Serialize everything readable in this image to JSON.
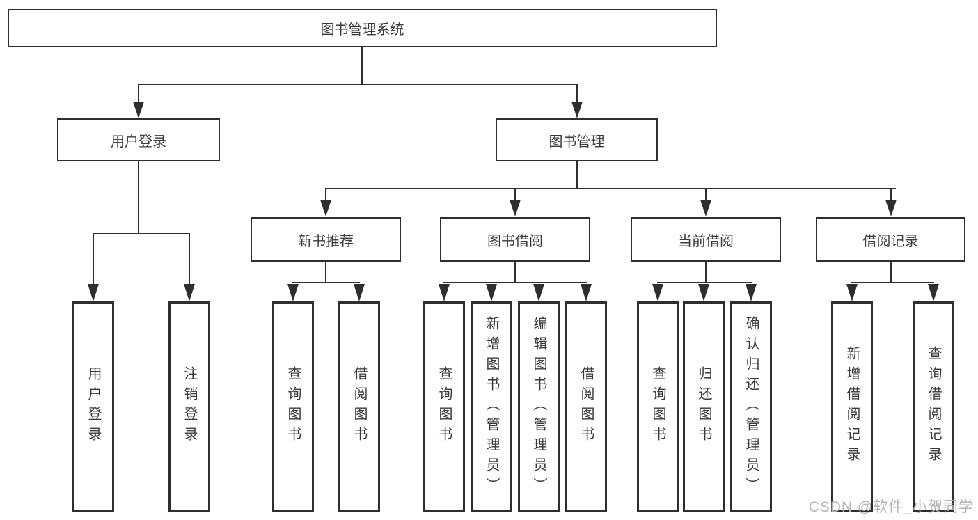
{
  "diagram": {
    "root": {
      "label": "图书管理系统"
    },
    "level2": [
      {
        "label": "用户登录",
        "children": [
          {
            "label": "用户登录"
          },
          {
            "label": "注销登录"
          }
        ]
      },
      {
        "label": "图书管理",
        "children": [
          {
            "label": "新书推荐",
            "children": [
              {
                "label": "查询图书"
              },
              {
                "label": "借阅图书"
              }
            ]
          },
          {
            "label": "图书借阅",
            "children": [
              {
                "label": "查询图书"
              },
              {
                "label": "新增图书（管理员）"
              },
              {
                "label": "编辑图书（管理员）"
              },
              {
                "label": "借阅图书"
              }
            ]
          },
          {
            "label": "当前借阅",
            "children": [
              {
                "label": "查询图书"
              },
              {
                "label": "归还图书"
              },
              {
                "label": "确认归还（管理员）"
              }
            ]
          },
          {
            "label": "借阅记录",
            "children": [
              {
                "label": "新增借阅记录"
              },
              {
                "label": "查询借阅记录"
              }
            ]
          }
        ]
      }
    ]
  },
  "watermark": {
    "text": "CSDN @软件_小贺同学"
  },
  "colors": {
    "line": "#2e2e2e",
    "box_border": "#2e2e2e",
    "text": "#3a3a3a",
    "watermark": "#b3b3b3",
    "background": "#ffffff"
  }
}
